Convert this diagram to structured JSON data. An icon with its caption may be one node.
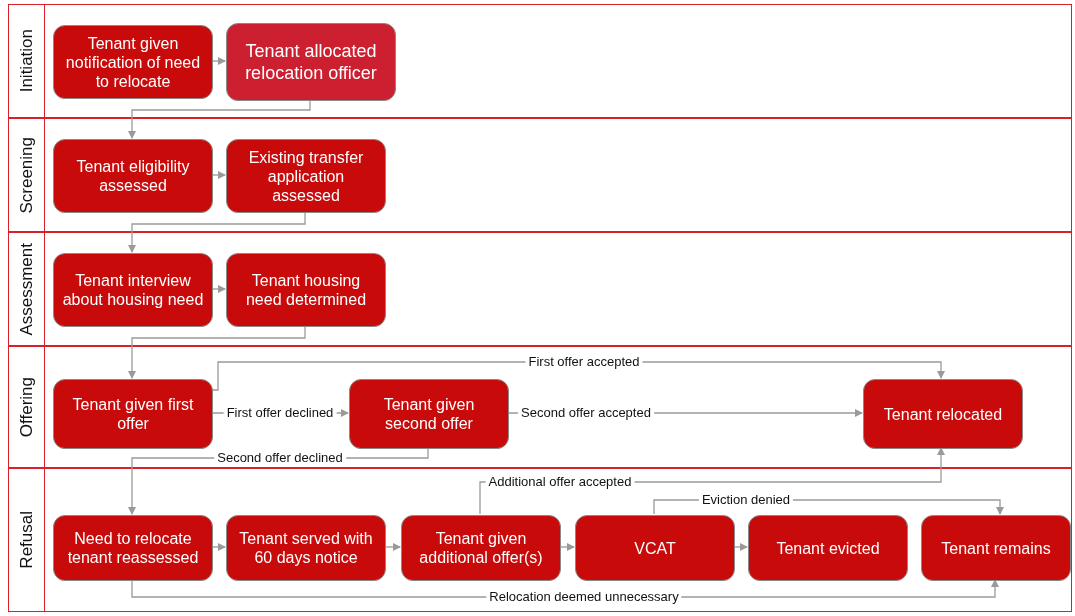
{
  "diagram": {
    "nodes": [
      {
        "text": [
          "Initiation"
        ]
      },
      {
        "text": [
          "Tenant given notification of need to relocate"
        ],
        "in": 0
      },
      {
        "text": [
          "Tenant allocated relocation officer"
        ],
        "in": 0
      },
      {
        "text": [
          "Screening"
        ]
      },
      {
        "text": [
          "Tenant eligibility assessed"
        ],
        "in": 3
      },
      {
        "text": [
          "Existing transfer application assessed"
        ],
        "in": 3
      },
      {
        "text": [
          "Assessment"
        ]
      },
      {
        "text": [
          "Tenant interview about housing need"
        ],
        "in": 6
      },
      {
        "text": [
          "Tenant housing need determined"
        ],
        "in": 6
      },
      {
        "text": [
          "Offering"
        ]
      },
      {
        "text": [
          "Tenant given first offer"
        ],
        "in": 9
      },
      {
        "text": [
          "Tenant given second offer"
        ],
        "in": 9
      },
      {
        "text": [
          "Tenant relocated"
        ],
        "in": 9
      },
      {
        "text": [
          "Refusal"
        ]
      },
      {
        "text": [
          "Need to relocate tenant reassessed"
        ],
        "in": 13
      },
      {
        "text": [
          "Tenant served with 60 days notice"
        ],
        "in": 13
      },
      {
        "text": [
          "Tenant given additional offer(s)"
        ],
        "in": 13
      },
      {
        "text": [
          "VCAT"
        ],
        "in": 13
      },
      {
        "text": [
          "Tenant evicted"
        ],
        "in": 13
      },
      {
        "text": [
          "Tenant remains"
        ],
        "in": 13
      }
    ],
    "edges": [
      {
        "from": 1,
        "to": 2,
        "arrow": "to"
      },
      {
        "from": 2,
        "to": 4,
        "arrow": "to"
      },
      {
        "from": 4,
        "to": 5,
        "arrow": "to"
      },
      {
        "from": 5,
        "to": 7,
        "arrow": "to"
      },
      {
        "from": 7,
        "to": 8,
        "arrow": "to"
      },
      {
        "from": 8,
        "to": 10,
        "arrow": "to"
      },
      {
        "from": 10,
        "to": 12,
        "arrow": "to",
        "label": "First offer accepted"
      },
      {
        "from": 10,
        "to": 11,
        "arrow": "to",
        "label": "First offer declined"
      },
      {
        "from": 11,
        "to": 12,
        "arrow": "to",
        "label": "Second offer accepted"
      },
      {
        "from": 11,
        "to": 14,
        "arrow": "to",
        "label": "Second offer declined"
      },
      {
        "from": 16,
        "to": 12,
        "arrow": "to",
        "label": "Additional offer accepted"
      },
      {
        "from": 14,
        "to": 15,
        "arrow": "to"
      },
      {
        "from": 15,
        "to": 16,
        "arrow": "to"
      },
      {
        "from": 16,
        "to": 17,
        "arrow": "to"
      },
      {
        "from": 17,
        "to": 18,
        "arrow": "to"
      },
      {
        "from": 17,
        "to": 19,
        "arrow": "to",
        "label": "Eviction denied"
      },
      {
        "from": 14,
        "to": 19,
        "arrow": "to",
        "label": "Relocation deemed unnecessary"
      }
    ]
  }
}
